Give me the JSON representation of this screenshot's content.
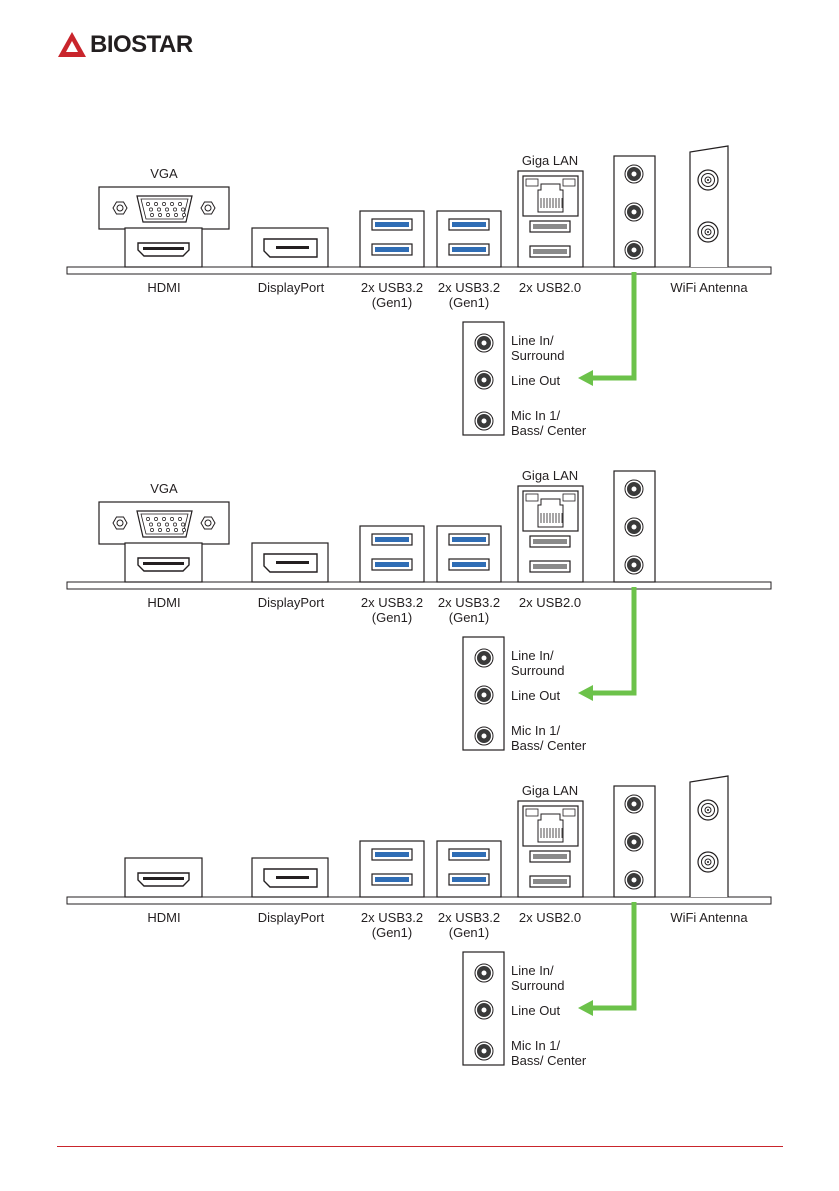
{
  "brand": {
    "name": "BIOSTAR"
  },
  "colors": {
    "accent": "#c9252c",
    "usb3": "#2f6db5",
    "arrow": "#6cc24a",
    "line": "#231f20"
  },
  "panels": [
    {
      "vga": "VGA",
      "hdmi": "HDMI",
      "displayport": "DisplayPort",
      "usb3_a": [
        "2x USB3.2",
        "(Gen1)"
      ],
      "usb3_b": [
        "2x USB3.2",
        "(Gen1)"
      ],
      "lan": "Giga LAN",
      "usb2": "2x USB2.0",
      "wifi": "WiFi Antenna",
      "audio": {
        "line_in": [
          "Line In/",
          "Surround"
        ],
        "line_out": [
          "Line Out"
        ],
        "mic_in": [
          "Mic In 1/",
          "Bass/ Center"
        ]
      }
    },
    {
      "vga": "VGA",
      "hdmi": "HDMI",
      "displayport": "DisplayPort",
      "usb3_a": [
        "2x USB3.2",
        "(Gen1)"
      ],
      "usb3_b": [
        "2x USB3.2",
        "(Gen1)"
      ],
      "lan": "Giga LAN",
      "usb2": "2x USB2.0",
      "audio": {
        "line_in": [
          "Line In/",
          "Surround"
        ],
        "line_out": [
          "Line Out"
        ],
        "mic_in": [
          "Mic In 1/",
          "Bass/ Center"
        ]
      }
    },
    {
      "hdmi": "HDMI",
      "displayport": "DisplayPort",
      "usb3_a": [
        "2x USB3.2",
        "(Gen1)"
      ],
      "usb3_b": [
        "2x USB3.2",
        "(Gen1)"
      ],
      "lan": "Giga LAN",
      "usb2": "2x USB2.0",
      "wifi": "WiFi Antenna",
      "audio": {
        "line_in": [
          "Line In/",
          "Surround"
        ],
        "line_out": [
          "Line Out"
        ],
        "mic_in": [
          "Mic In 1/",
          "Bass/ Center"
        ]
      }
    }
  ]
}
